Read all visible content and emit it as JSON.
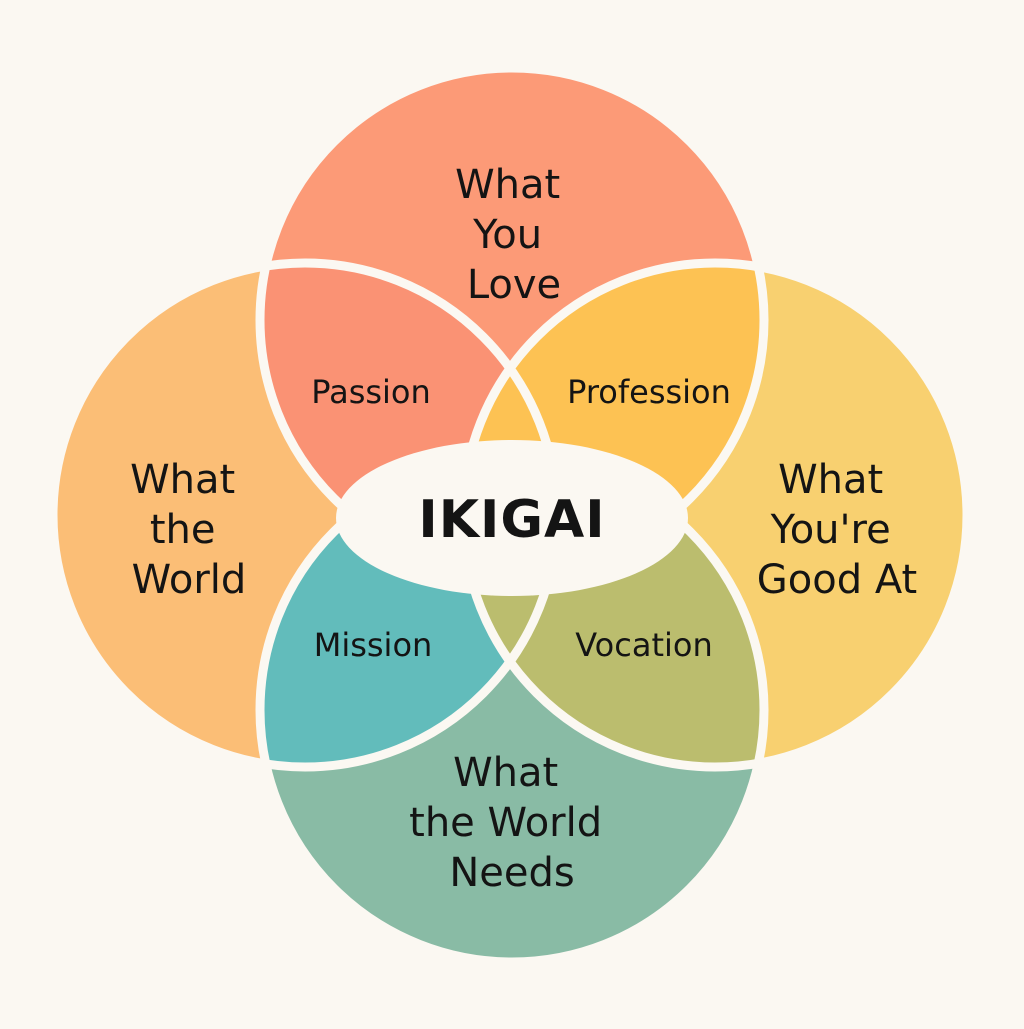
{
  "colors": {
    "background": "#fbf8f2",
    "divider": "#fbf8f2",
    "love": "#fc9a77",
    "good_at": "#f8d070",
    "world_needs": "#89bba5",
    "world": "#fbbe76",
    "passion": "#fa9274",
    "profession": "#fdc253",
    "mission": "#62bcbb",
    "vocation": "#bbbd6e",
    "center": "#fbf8f2",
    "text": "#141414"
  },
  "circles": {
    "love": {
      "lines": [
        "What",
        "You",
        "Love"
      ]
    },
    "good_at": {
      "lines": [
        "What",
        "You're",
        "Good At"
      ]
    },
    "world_needs": {
      "lines": [
        "What",
        "the World",
        "Needs"
      ]
    },
    "world": {
      "lines": [
        "What",
        "the",
        "World"
      ]
    }
  },
  "overlaps": {
    "passion": "Passion",
    "profession": "Profession",
    "mission": "Mission",
    "vocation": "Vocation"
  },
  "center": {
    "label": "IKIGAI"
  }
}
